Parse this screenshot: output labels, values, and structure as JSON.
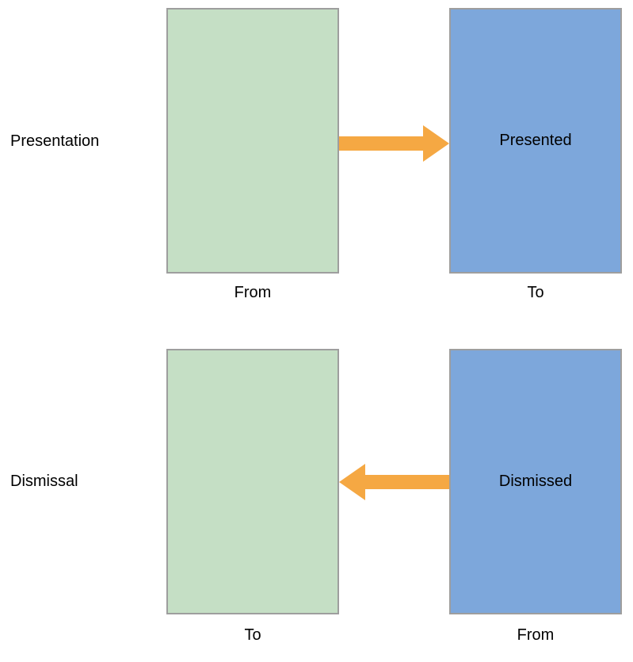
{
  "colors": {
    "green_box": "#c5dfc5",
    "blue_box": "#7da7db",
    "arrow": "#f5a843",
    "box_border": "#9e9e9e",
    "text": "#000000"
  },
  "rows": [
    {
      "label": "Presentation",
      "arrow_direction": "right",
      "green_box_caption": "From",
      "blue_box_text": "Presented",
      "blue_box_caption": "To"
    },
    {
      "label": "Dismissal",
      "arrow_direction": "left",
      "green_box_caption": "To",
      "blue_box_text": "Dismissed",
      "blue_box_caption": "From"
    }
  ]
}
